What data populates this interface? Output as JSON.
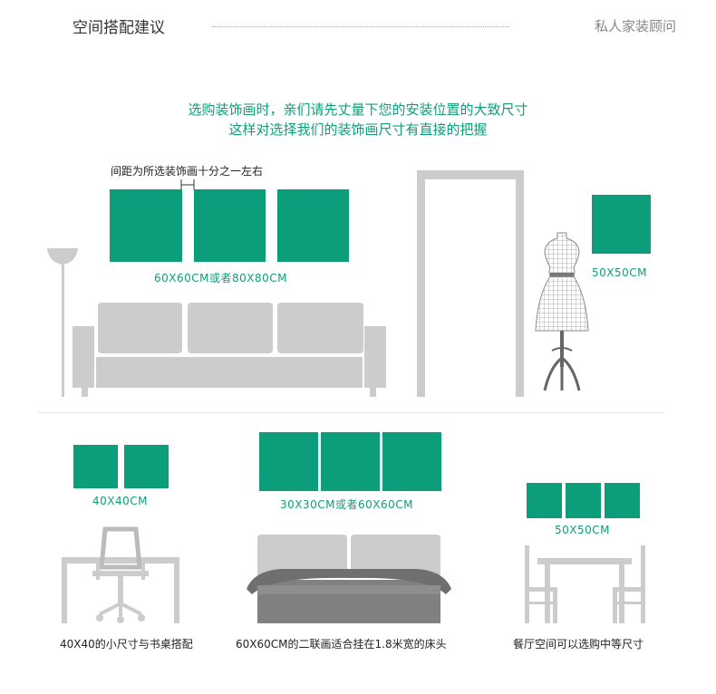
{
  "header": {
    "title": "空间搭配建议",
    "right_label": "私人家装顾问"
  },
  "intro": {
    "line1": "选购装饰画时，亲们请先丈量下您的安装位置的大致尺寸",
    "line2": "这样对选择我们的装饰画尺寸有直接的把握"
  },
  "living_room": {
    "spacing_note": "间距为所选装饰画十分之一左右",
    "sofa_size_label": "60X60CM或者80X80CM",
    "entry_size_label": "50X50CM"
  },
  "bottom": {
    "study_size_label": "40X40CM",
    "study_caption": "40X40的小尺寸与书桌搭配",
    "bedroom_size_label": "30X30CM或者60X60CM",
    "bedroom_caption": "60X60CM的二联画适合挂在1.8米宽的床头",
    "dining_size_label": "50X50CM",
    "dining_caption": "餐厅空间可以选购中等尺寸"
  },
  "colors": {
    "accent_green": "#0c9d7b",
    "furniture_gray": "#cccccc"
  },
  "icons": [
    "floor-lamp-icon",
    "sofa-icon",
    "door-frame-icon",
    "mannequin-icon",
    "desk-chair-icon",
    "bed-icon",
    "dining-set-icon"
  ]
}
